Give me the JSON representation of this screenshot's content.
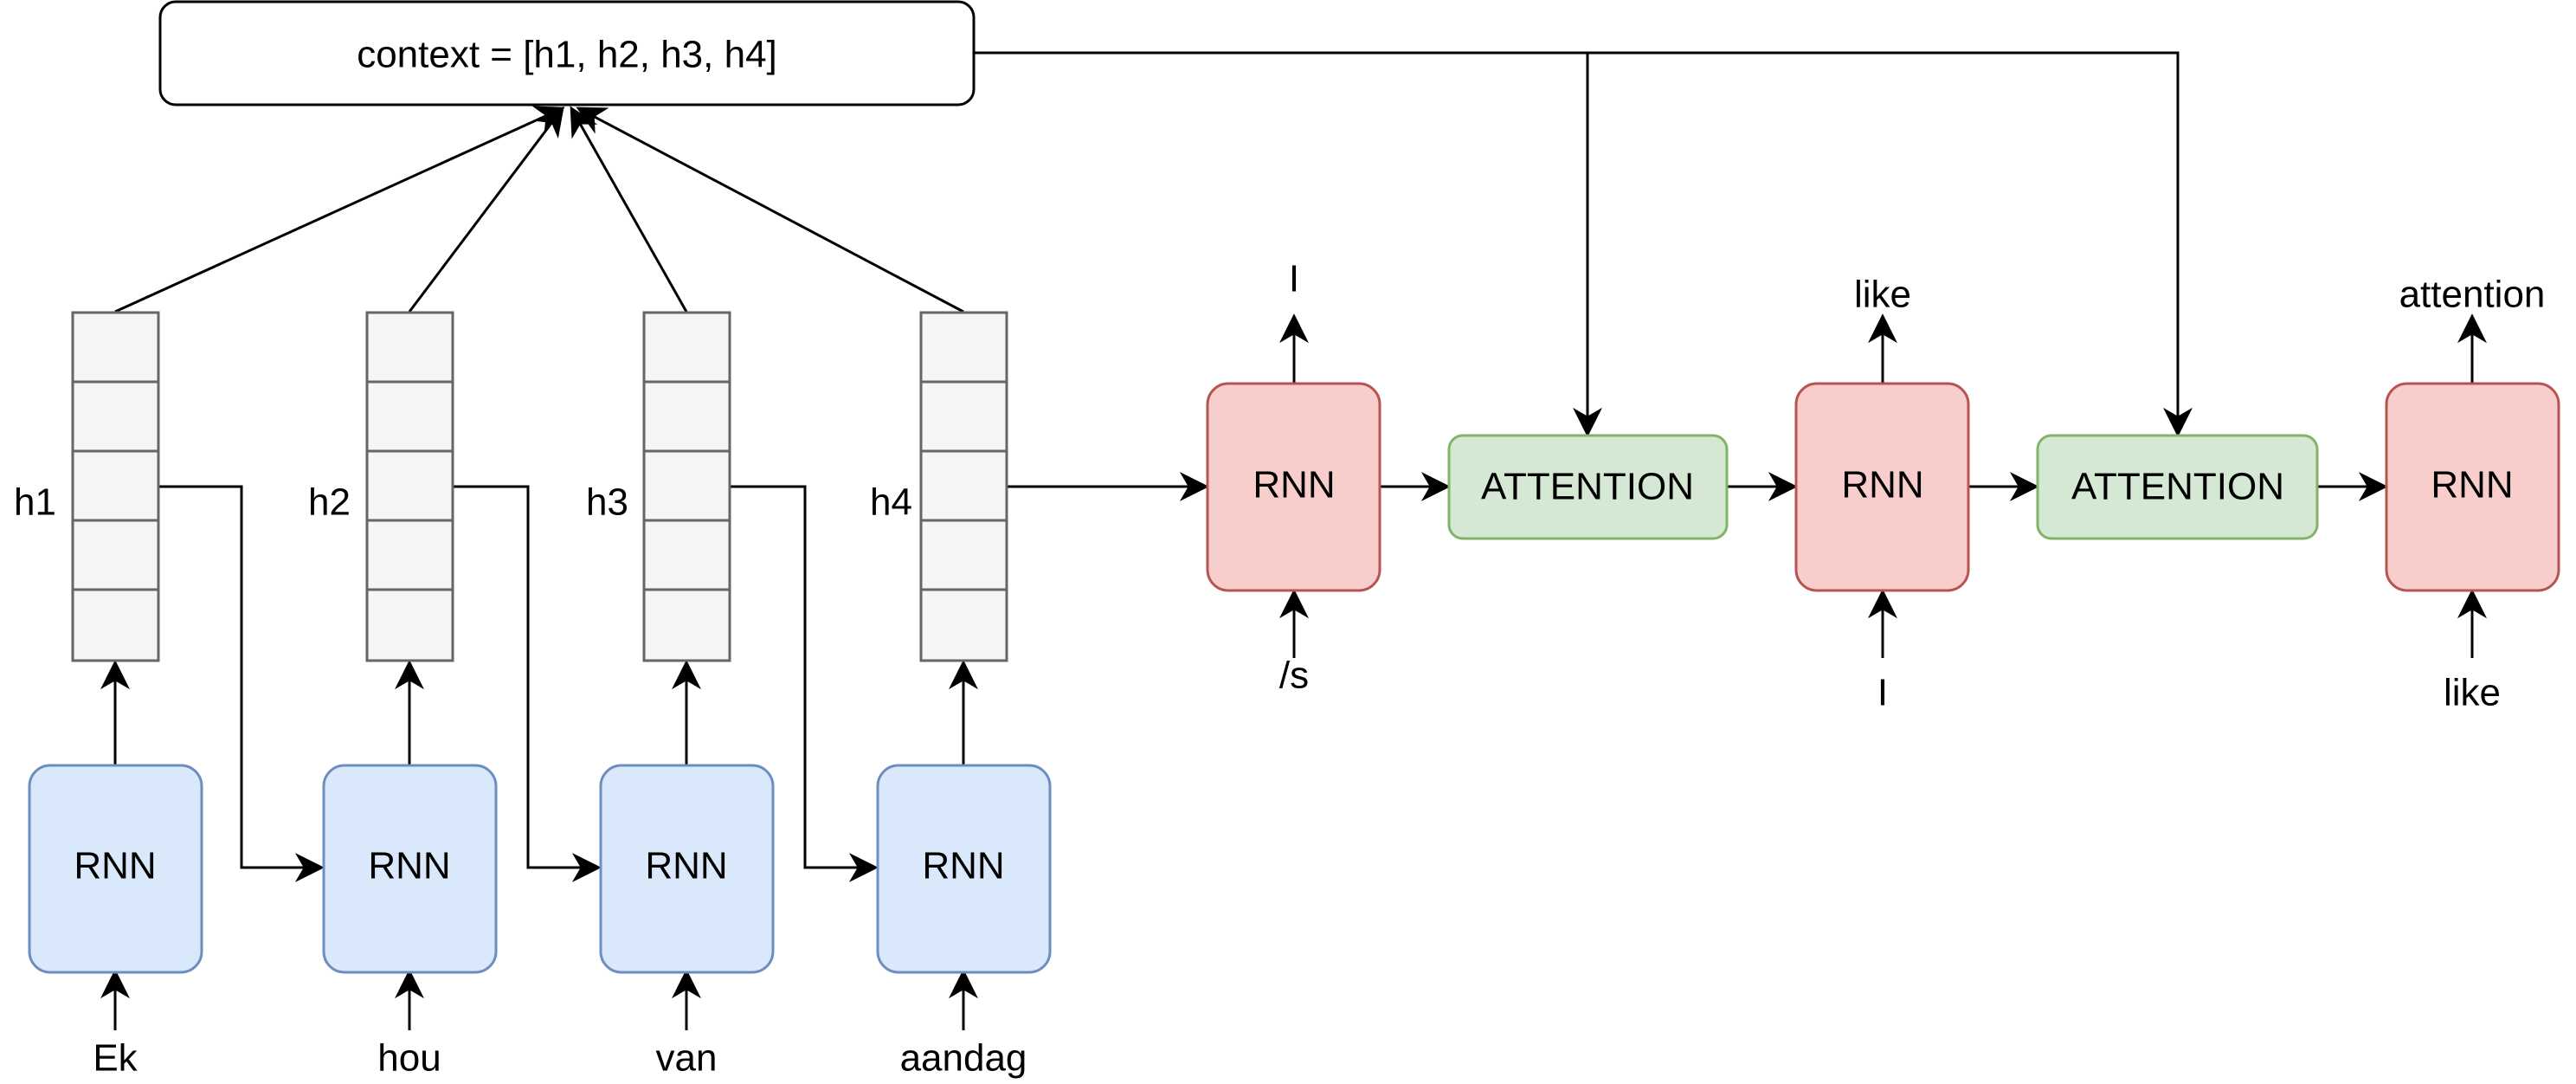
{
  "context_label": "context = [h1, h2, h3, h4]",
  "encoder": [
    {
      "hidden": "h1",
      "cell": "RNN",
      "input": "Ek"
    },
    {
      "hidden": "h2",
      "cell": "RNN",
      "input": "hou"
    },
    {
      "hidden": "h3",
      "cell": "RNN",
      "input": "van"
    },
    {
      "hidden": "h4",
      "cell": "RNN",
      "input": "aandag"
    }
  ],
  "decoder": [
    {
      "cell": "RNN",
      "input": "/s",
      "output": "I"
    },
    {
      "cell": "RNN",
      "input": "I",
      "output": "like"
    },
    {
      "cell": "RNN",
      "input": "like",
      "output": "attention"
    }
  ],
  "attention": [
    "ATTENTION",
    "ATTENTION"
  ],
  "colors": {
    "encoder_fill": "#dae8fc",
    "encoder_stroke": "#6c8ebf",
    "decoder_fill": "#f8cecc",
    "decoder_stroke": "#b85450",
    "attention_fill": "#d5e8d4",
    "attention_stroke": "#82b366",
    "vector_fill": "#f5f5f5",
    "vector_stroke": "#666666"
  }
}
